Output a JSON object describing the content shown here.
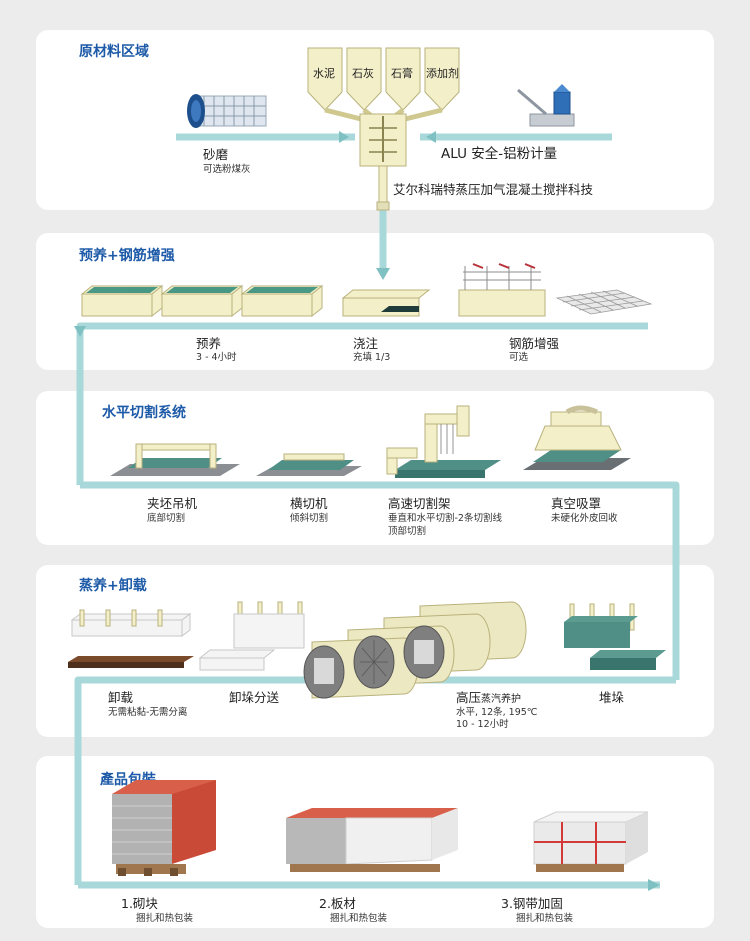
{
  "sections": [
    {
      "title": "原材料区域",
      "items": [
        {
          "label": "砂磨",
          "sub": "可选粉煤灰"
        },
        {
          "label": "ALU 安全-铝粉计量",
          "sub": ""
        },
        {
          "label": "艾尔科瑞特蒸压加气混凝土搅拌科技",
          "sub": ""
        }
      ],
      "silos": [
        "水泥",
        "石灰",
        "石膏",
        "添加剂"
      ]
    },
    {
      "title": "预养+钢筋增强",
      "items": [
        {
          "label": "预养",
          "sub": "3 - 4小时"
        },
        {
          "label": "浇注",
          "sub": "充填 1/3"
        },
        {
          "label": "钢筋增强",
          "sub": "可选"
        }
      ]
    },
    {
      "title": "水平切割系统",
      "items": [
        {
          "label": "夹坯吊机",
          "sub": "底部切割"
        },
        {
          "label": "横切机",
          "sub": "倾斜切割"
        },
        {
          "label": "高速切割架",
          "sub": "垂直和水平切割-2条切割线",
          "sub2": "顶部切割"
        },
        {
          "label": "真空吸罩",
          "sub": "未硬化外皮回收"
        }
      ]
    },
    {
      "title": "蒸养+卸载",
      "items": [
        {
          "label": "卸载",
          "sub": "无需粘黏-无需分离"
        },
        {
          "label": "卸垛分送",
          "sub": ""
        },
        {
          "label": "高压",
          "label_small": "蒸汽养护",
          "sub": "水平, 12条, 195℃",
          "sub2": "10 - 12小时"
        },
        {
          "label": "堆垛",
          "sub": ""
        }
      ]
    },
    {
      "title": "產品包裝",
      "items": [
        {
          "label": "1.砌块",
          "sub": "捆扎和热包装"
        },
        {
          "label": "2.板材",
          "sub": "捆扎和热包装"
        },
        {
          "label": "3.钢带加固",
          "sub": "捆扎和热包装"
        }
      ]
    }
  ],
  "colors": {
    "flow": "#a8d8d9",
    "title": "#1d5aa8",
    "panel": "#ffffff",
    "bg": "#ececec"
  }
}
